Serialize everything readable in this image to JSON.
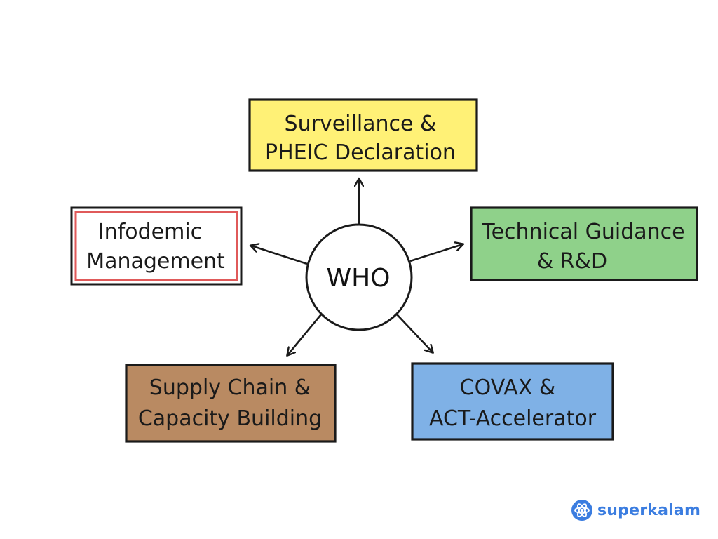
{
  "center": {
    "label": "WHO"
  },
  "nodes": [
    {
      "id": "surveillance",
      "lines": [
        "Surveillance &",
        "PHEIC Declaration"
      ],
      "fill": "#fff176",
      "border": "#1a1a1a"
    },
    {
      "id": "technical",
      "lines": [
        "Technical Guidance",
        "& R&D"
      ],
      "fill": "#8fd18a",
      "border": "#1a1a1a"
    },
    {
      "id": "covax",
      "lines": [
        "COVAX &",
        "ACT-Accelerator"
      ],
      "fill": "#7fb1e6",
      "border": "#1a1a1a"
    },
    {
      "id": "supply",
      "lines": [
        "Supply Chain &",
        "Capacity Building"
      ],
      "fill": "#b98a62",
      "border": "#1a1a1a"
    },
    {
      "id": "infodemic",
      "lines": [
        "Infodemic",
        "Management"
      ],
      "fill": "#ffffff",
      "border": "#e05a5a"
    }
  ],
  "brand": {
    "name": "superkalam",
    "color": "#3b7de0",
    "icon": "atom-logo-icon"
  }
}
